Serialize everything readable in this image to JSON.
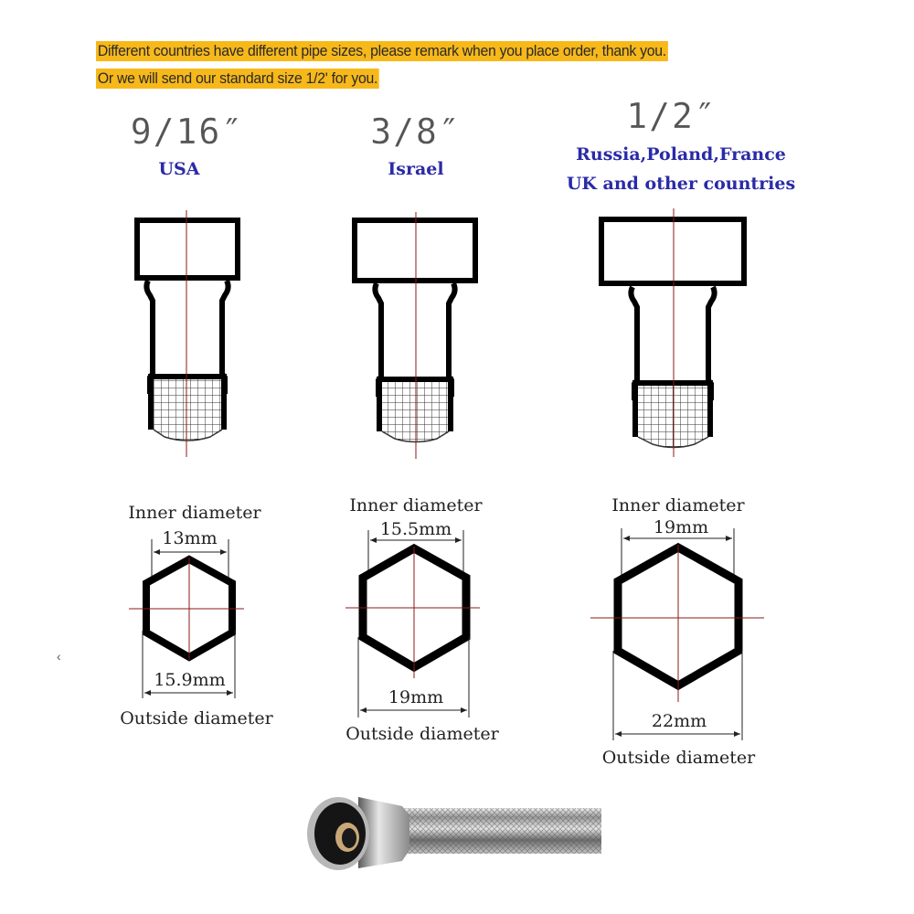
{
  "notice": {
    "line1": "Different countries have different pipe sizes, please remark when you place order, thank you.",
    "line2": "Or we will send our standard size 1/2' for you.",
    "highlight_color": "#f7b81a"
  },
  "sizes": [
    {
      "size": "9/16″",
      "regions": [
        "USA"
      ],
      "inner_label": "Inner diameter",
      "inner_value": "13mm",
      "outer_value": "15.9mm",
      "outer_label": "Outside diameter"
    },
    {
      "size": "3/8″",
      "regions": [
        "Israel"
      ],
      "inner_label": "Inner diameter",
      "inner_value": "15.5mm",
      "outer_value": "19mm",
      "outer_label": "Outside diameter"
    },
    {
      "size": "1/2″",
      "regions": [
        "Russia,Poland,France",
        "UK and other countries"
      ],
      "inner_label": "Inner diameter",
      "inner_value": "19mm",
      "outer_value": "22mm",
      "outer_label": "Outside diameter"
    }
  ],
  "colors": {
    "region_text": "#2a2aa8",
    "centerline": "#8b1a1a",
    "outline": "#000000"
  },
  "misc": {
    "cursor_glyph": "‹"
  }
}
